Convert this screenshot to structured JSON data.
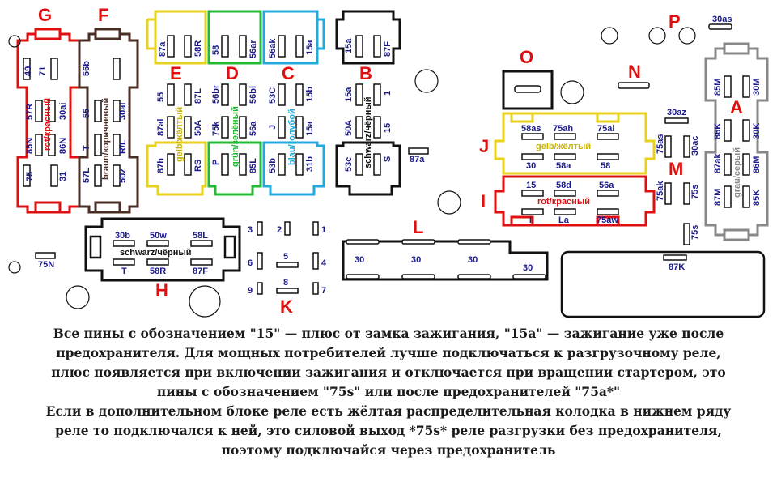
{
  "colors": {
    "red": "#e01010",
    "brown": "#4a2e24",
    "yellow": "#e8d21e",
    "green": "#22bb33",
    "blue": "#22aadd",
    "black": "#111111",
    "gray": "#888888",
    "pin_text": "#1a1a8c",
    "yellow_text": "#c8b400"
  },
  "letters": {
    "G": "G",
    "F": "F",
    "E": "E",
    "D": "D",
    "C": "C",
    "B": "B",
    "O": "O",
    "N": "N",
    "P": "P",
    "A": "A",
    "J": "J",
    "M": "M",
    "I": "I",
    "H": "H",
    "L": "L",
    "K": "K"
  },
  "relays": {
    "G": {
      "color_label": "rot/красный",
      "pins": [
        "49",
        "71",
        "57R",
        "30ai",
        "85N",
        "86N",
        "75",
        "31"
      ]
    },
    "F": {
      "color_label": "braun/коричневый",
      "pins": [
        "56b",
        "55",
        "30al",
        "T",
        "R/L",
        "57L",
        "50z"
      ]
    },
    "E": {
      "color_label": "gelb/жёлтый",
      "pins": [
        "87a",
        "58R",
        "55",
        "87L",
        "87al",
        "50A",
        "87h",
        "RS"
      ]
    },
    "D": {
      "color_label": "grün/зелёный",
      "pins": [
        "58",
        "56ar",
        "56br",
        "56bl",
        "75k",
        "56a",
        "P",
        "85L"
      ]
    },
    "C": {
      "color_label": "blau/голубой",
      "pins": [
        "56ak",
        "15a",
        "53C",
        "15b",
        "J",
        "15a",
        "53b",
        "31b"
      ]
    },
    "B": {
      "color_label": "schwarz/чёрный",
      "pins": [
        "15a",
        "87F",
        "15a",
        "1",
        "50A",
        "15",
        "53c",
        "S"
      ]
    },
    "A": {
      "color_label": "grau/серый",
      "pins": [
        "85M",
        "30M",
        "86K",
        "30K",
        "87ak",
        "86M",
        "87M",
        "85K"
      ]
    },
    "J": {
      "color_label": "gelb/жёлтый",
      "pins": [
        "58as",
        "75ah",
        "75al",
        "30",
        "58a",
        "58"
      ]
    },
    "I": {
      "color_label": "rot/красный",
      "pins": [
        "15",
        "58d",
        "56a",
        "I",
        "La",
        "75aw"
      ]
    },
    "H": {
      "color_label": "schwarz/чёрный",
      "pins": [
        "30b",
        "50w",
        "58L",
        "T",
        "58R",
        "87F"
      ]
    }
  },
  "misc_pins": {
    "p87a": "87a",
    "p30as": "30as",
    "p30az": "30az",
    "p75as": "75as",
    "p30ac": "30ac",
    "p75ak": "75ak",
    "p75s_a": "75s",
    "p75s_b": "75s",
    "p87K": "87K",
    "p75N": "75N"
  },
  "block_L": {
    "pins": [
      "30",
      "30",
      "30",
      "30"
    ]
  },
  "block_K": {
    "labels": [
      "3",
      "2",
      "1",
      "6",
      "5",
      "4",
      "9",
      "8",
      "7"
    ]
  },
  "note": {
    "lines": [
      "Все пины с обозначением \"15\" — плюс от замка зажигания, \"15а\" — зажигание уже после",
      "предохранителя. Для мощных потребителей лучше подключаться к разгрузочному реле,",
      "плюс появляется при включении зажигания и отключается при вращении стартером, это",
      "пины с обозначением \"75s\" или после предохранителей \"75a*\"",
      "Если в дополнительном блоке реле есть жёлтая распределительная колодка в нижнем ряду",
      "реле то подключался к ней, это силовой выход *75s* реле разгрузки без предохранителя,",
      "поэтому подключайся через предохранитель"
    ]
  }
}
